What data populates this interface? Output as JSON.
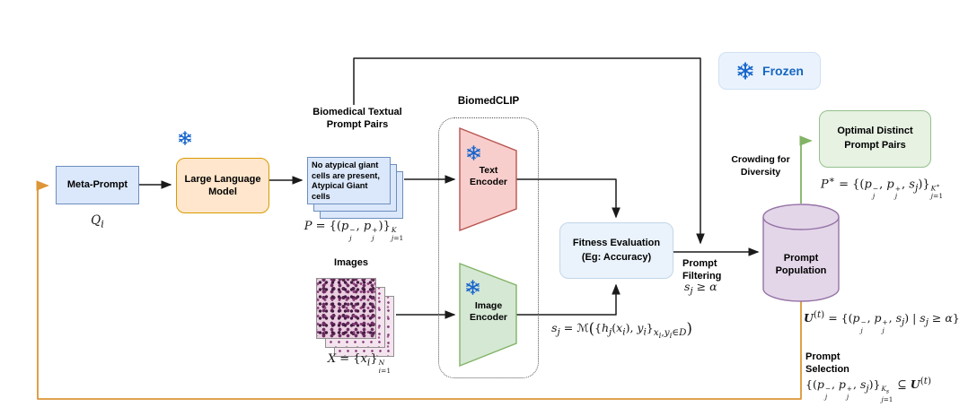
{
  "diagram": {
    "legend": {
      "frozen_label": "Frozen"
    },
    "meta_prompt": {
      "label": "Meta-Prompt",
      "formula": "<i>Q</i><sub><i>i</i></sub>"
    },
    "llm": {
      "label": "Large Language Model"
    },
    "prompt_pairs": {
      "title": "Biomedical Textual Prompt Pairs",
      "card_text": "No atypical giant cells are present, Atypical Giant cells",
      "formula": "<i>P</i> = {(<i>p</i><span class='st'><span>−</span><span><i>j</i></span></span>, <i>p</i><span class='st'><span>+</span><span><i>j</i></span></span>)}<span class='st'><span><i>K</i></span><span><i>j</i>=1</span></span>"
    },
    "biomedclip": {
      "title": "BiomedCLIP",
      "text_encoder_label": "Text Encoder",
      "image_encoder_label": "Image Encoder"
    },
    "images": {
      "title": "Images",
      "formula": "<i>X</i> = {<i>x</i><sub><i>i</i></sub>}<span class='st'><span><i>N</i></span><span><i>i</i>=1</span></span>"
    },
    "fitness": {
      "label": "Fitness Evaluation (Eg: Accuracy)",
      "score_formula": "<i>s</i><sub><i>j</i></sub> = ℳ<span class='big'>(</span>{<i>h</i><sub><i>j</i></sub>(<i>x</i><sub><i>i</i></sub>), <i>y</i><sub><i>i</i></sub>}<sub><i>x</i><sub><i>i</i></sub>,<i>y</i><sub><i>i</i></sub>∈<i>D</i></sub><span class='big'>)</span>"
    },
    "prompt_filtering": {
      "label": "Prompt Filtering",
      "threshold_formula": "<i>s</i><sub><i>j</i></sub> ≥ <i>α</i>"
    },
    "prompt_population": {
      "label": "Prompt Population",
      "set_formula": "<i class='scr'>U</i><sup>(<i>t</i>)</sup> = {(<i>p</i><span class='st'><span>−</span><span><i>j</i></span></span>, <i>p</i><span class='st'><span>+</span><span><i>j</i></span></span>, <i>s</i><sub><i>j</i></sub>) | <i>s</i><sub><i>j</i></sub> ≥ <i>α</i>}"
    },
    "crowding": {
      "label": "Crowding for Diversity"
    },
    "optimal_pairs": {
      "label": "Optimal Distinct Prompt Pairs",
      "formula": "<i>P</i><sup>∗</sup> = {(<i>p</i><span class='st'><span>−</span><span><i>j</i></span></span>, <i>p</i><span class='st'><span>+</span><span><i>j</i></span></span>, <i>s</i><sub><i>j</i></sub>)}<span class='st'><span><i>K</i><sup>∗</sup></span><span><i>j</i>=1</span></span>"
    },
    "prompt_selection": {
      "label": "Prompt Selection",
      "formula": "{(<i>p</i><span class='st'><span>−</span><span><i>j</i></span></span>, <i>p</i><span class='st'><span>+</span><span><i>j</i></span></span>, <i>s</i><sub><i>j</i></sub>)}<span class='st'><span><i>K</i><sub><i>s</i></sub></span><span><i>j</i>=1</span></span> ⊆ <i class='scr'>U</i><sup>(<i>t</i>)</sup>"
    }
  },
  "colors": {
    "blue_box_fill": "#dbe8fc",
    "blue_box_border": "#6c8ebf",
    "orange_box_fill": "#ffe6cc",
    "orange_box_border": "#d79b00",
    "pink_trapezoid_fill": "#f8cecc",
    "pink_trapezoid_border": "#b85450",
    "green_trapezoid_fill": "#d5e8d4",
    "green_trapezoid_border": "#82b366",
    "cylinder_fill": "#e3d6e9",
    "cylinder_border": "#9673a6",
    "fitness_fill": "#eaf2fb",
    "optimal_fill": "#e7f2e3",
    "frozen_text": "#1766c2",
    "snowflake_blue": "#1765cc",
    "feedback_orange": "#dd9537",
    "diversity_green": "#82b366",
    "connector_black": "#1a1a1a"
  }
}
